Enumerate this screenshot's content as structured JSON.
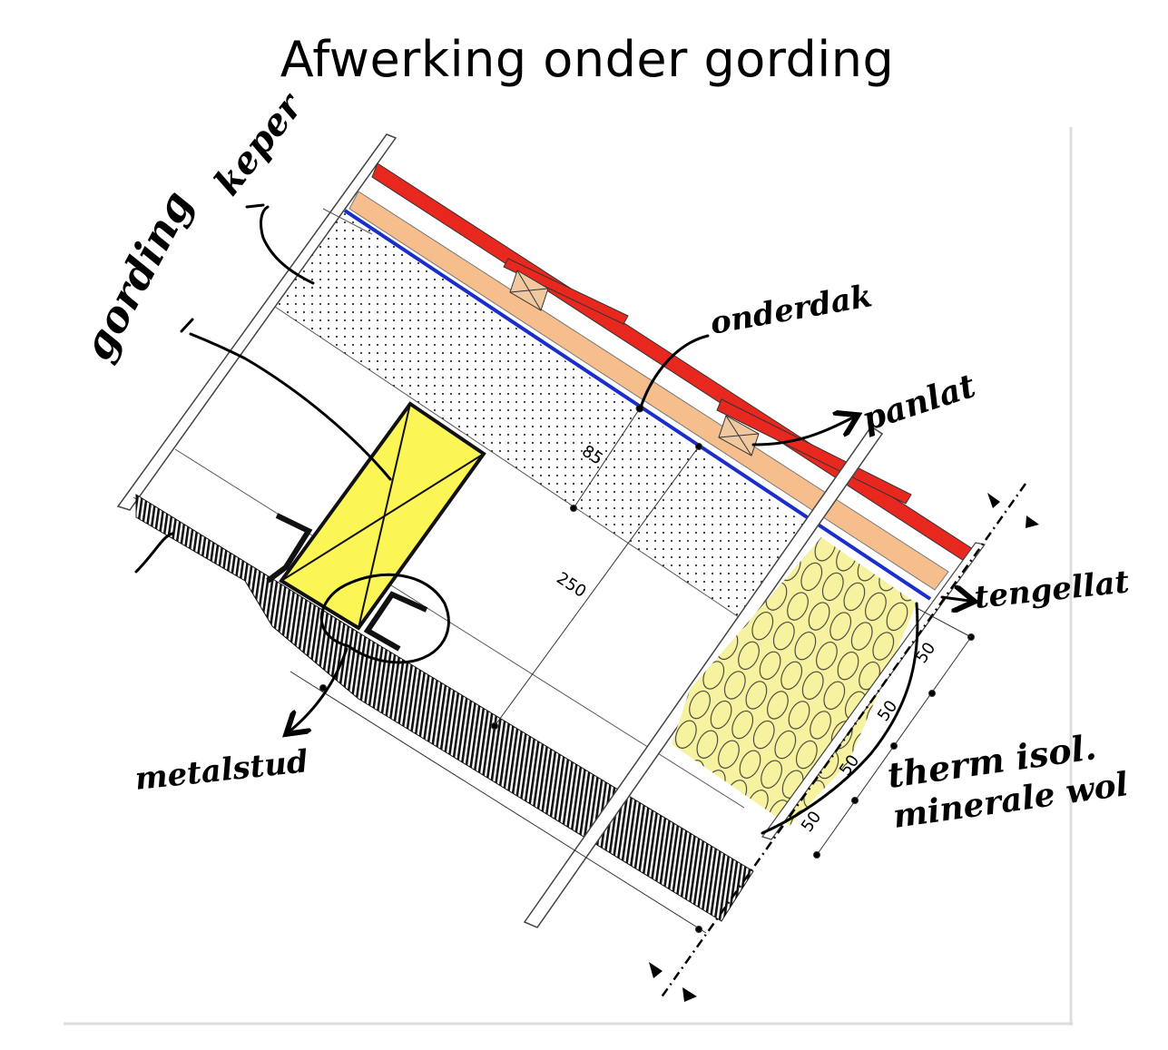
{
  "title": "Afwerking onder gording",
  "labels": {
    "keper": "keper",
    "gording": "gording",
    "onderdak": "onderdak",
    "panlat": "panlat",
    "tengellat": "tengellat",
    "metalstud": "metalstud",
    "isolatie_line1": "therm isol.",
    "isolatie_line2": "minerale wol"
  },
  "dimensions": {
    "d85": "85",
    "d250": "250",
    "d50a": "50",
    "d50b": "50",
    "d50c": "50",
    "d50d": "50"
  },
  "colors": {
    "roof_tile": "#e8281e",
    "tengellat": "#f5be8c",
    "onderdak": "#1a2ecc",
    "gording": "#fbf556",
    "insulation": "#f6f2a0",
    "batten": "#f0c8a0"
  }
}
